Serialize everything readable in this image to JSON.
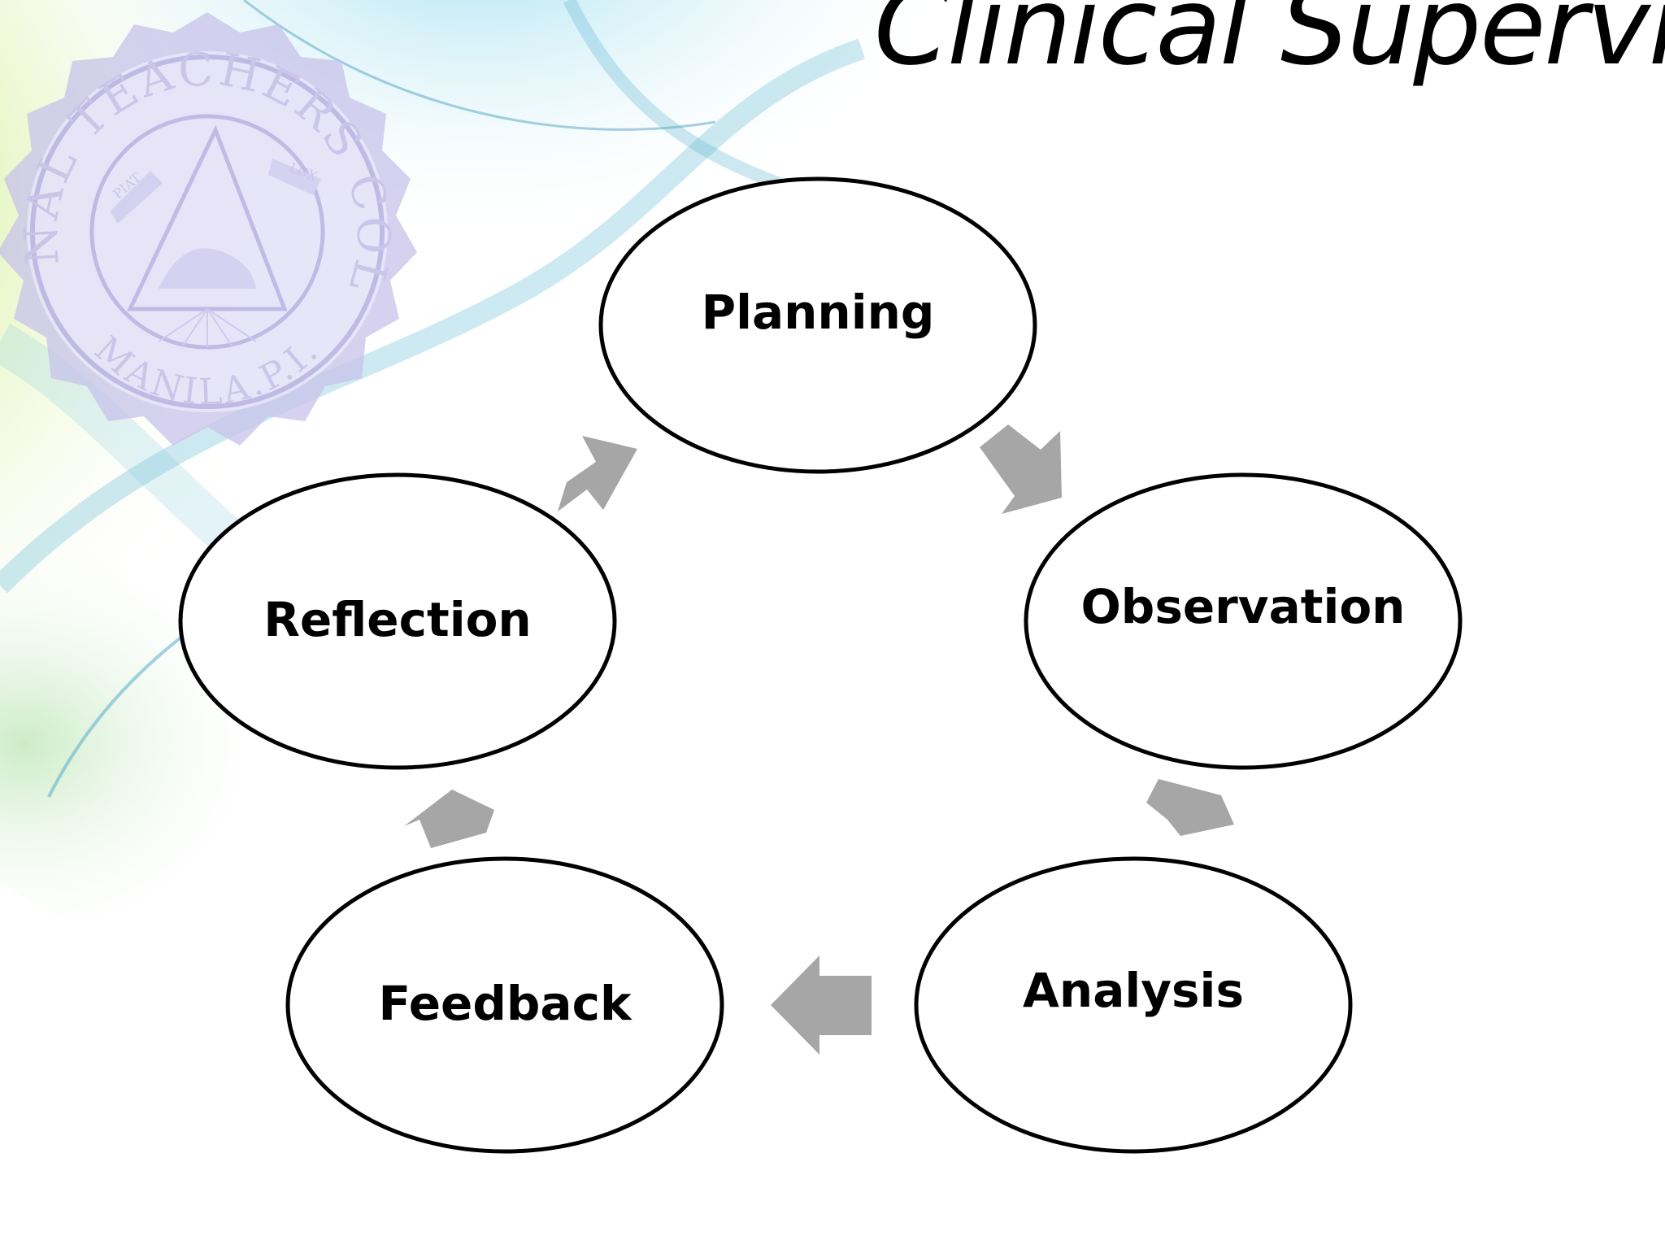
{
  "slide": {
    "title": "Clinical Supervision",
    "seal": {
      "outer_text": "NATIONAL TEACHERS COLLEGE",
      "bottom_text": "MANILA.P.I.",
      "banner_left": "PIAT",
      "banner_right": "LUX"
    }
  },
  "cycle": {
    "nodes": [
      {
        "id": "planning",
        "label": "Planning"
      },
      {
        "id": "observation",
        "label": "Observation"
      },
      {
        "id": "analysis",
        "label": "Analysis"
      },
      {
        "id": "feedback",
        "label": "Feedback"
      },
      {
        "id": "reflection",
        "label": "Reflection"
      }
    ],
    "arrow_color": "#a6a6a6",
    "node_stroke": "#000000",
    "node_fill": "#ffffff"
  }
}
